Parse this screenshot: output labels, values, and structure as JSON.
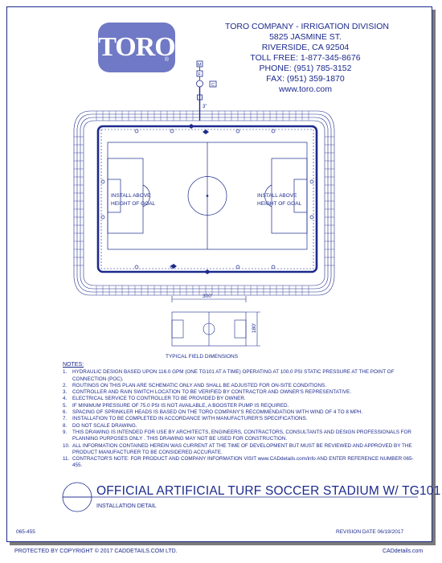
{
  "logo": {
    "text": "TORO",
    "mark": "®"
  },
  "company": {
    "name": "TORO COMPANY - IRRIGATION DIVISION",
    "street": "5825 JASMINE ST.",
    "city": "RIVERSIDE, CA 92504",
    "tollfree": "TOLL FREE: 1-877-345-8676",
    "phone": "PHONE: (951) 785-3152",
    "fax": "FAX: (951) 359-1870",
    "web": "www.toro.com"
  },
  "drawing": {
    "labels": {
      "valve_m": "M",
      "valve_f": "F",
      "valve_c": "C",
      "pipe_size": "3\"",
      "goal_note_left": [
        "INSTALL ABOVE",
        "HEIGHT OF GOAL"
      ],
      "goal_note_right": [
        "INSTALL ABOVE",
        "HEIGHT OF GOAL"
      ]
    },
    "dimensions": {
      "length": "300'",
      "width": "180'",
      "caption": "TYPICAL FIELD DIMENSIONS"
    }
  },
  "notes": {
    "header": "NOTES:",
    "items": [
      {
        "n": "1.",
        "text": "HYDRAULIC DESIGN BASED UPON 116.0 GPM (ONE TG101 AT A TIME) OPERATING AT 100.0 PSI STATIC PRESSURE AT THE POINT OF CONNECTION (POC)."
      },
      {
        "n": "2.",
        "text": "ROUTINGS ON THIS PLAN ARE SCHEMATIC ONLY AND SHALL BE ADJUSTED FOR ON-SITE CONDITIONS."
      },
      {
        "n": "3.",
        "text": "CONTROLLER AND RAIN SWITCH LOCATION TO BE VERIFIED BY CONTRACTOR AND OWNER'S REPRESENTATIVE."
      },
      {
        "n": "4.",
        "text": "ELECTRICAL SERVICE TO CONTROLLER TO BE PROVIDED BY OWNER."
      },
      {
        "n": "5.",
        "text": "IF MINIMUM PRESSURE OF 75.0 PSI IS NOT AVAILABLE, A BOOSTER PUMP IS REQUIRED."
      },
      {
        "n": "6.",
        "text": "SPACING OF SPRINKLER HEADS IS BASED ON THE TORO COMPANY'S RECOMMENDATION WITH WIND OF 4 TO 8 MPH."
      },
      {
        "n": "7.",
        "text": "INSTALLATION TO BE COMPLETED IN ACCORDANCE WITH MANUFACTURER'S SPECIFICATIONS."
      },
      {
        "n": "8.",
        "text": "DO NOT SCALE DRAWING."
      },
      {
        "n": "9.",
        "text": "THIS DRAWING IS INTENDED FOR USE BY ARCHITECTS, ENGINEERS, CONTRACTORS, CONSULTANTS AND DESIGN PROFESSIONALS FOR PLANNING PURPOSES ONLY . THIS DRAWING MAY NOT BE USED FOR CONSTRUCTION."
      },
      {
        "n": "10.",
        "text": "ALL INFORMATION CONTAINED HEREIN WAS CURRENT AT THE TIME OF DEVELOPMENT BUT MUST BE REVIEWED AND APPROVED BY THE PRODUCT MANUFACTURER TO BE CONSIDERED ACCURATE."
      },
      {
        "n": "11.",
        "text": "CONTRACTOR'S NOTE: FOR PRODUCT AND COMPANY INFORMATION VISIT www.CADdetails.com/info AND ENTER REFERENCE NUMBER 065-455."
      }
    ]
  },
  "title_block": {
    "title": "OFFICIAL ARTIFICIAL TURF SOCCER STADIUM W/ TG101",
    "subtitle": "INSTALLATION DETAIL",
    "sheet_number": "065-455",
    "revision": "REVISION DATE 06/19/2017"
  },
  "footer": {
    "copyright": "PROTECTED BY COPYRIGHT © 2017 CADDETAILS.COM LTD.",
    "site": "CADdetails.com"
  }
}
